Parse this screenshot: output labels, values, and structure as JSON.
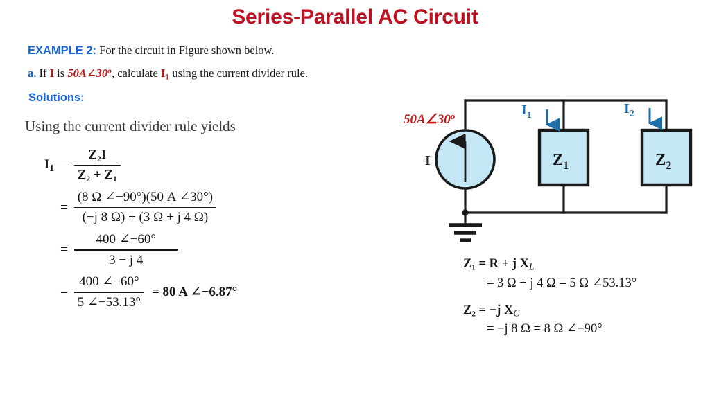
{
  "title": "Series-Parallel AC Circuit",
  "colors": {
    "title_red": "#BE1122",
    "accent_blue": "#1565d8",
    "arrow_blue": "#1f6fa8",
    "value_red": "#c31a1a",
    "component_fill": "#c5e6f5",
    "wire_black": "#1a1a1a"
  },
  "problem": {
    "label": "EXAMPLE 2",
    "label_suffix": ":",
    "statement": " For the circuit in Figure shown below.",
    "part_label": "a.",
    "part_text_1": " If ",
    "current_symbol": "I",
    "part_text_2": " is ",
    "given_value": "50A∠30",
    "given_value_sup": "o",
    "part_text_3": ", calculate ",
    "result_symbol": "I",
    "result_sub": "1",
    "part_text_4": " using the current divider rule."
  },
  "solutions": {
    "label": "Solutions:",
    "intro": "Using the current divider rule yields"
  },
  "derivation": {
    "lhs_symbol": "I",
    "lhs_sub": "1",
    "rows": [
      {
        "eq": "=",
        "num": "Z₂I",
        "den": "Z₂ + Z₁",
        "tail": ""
      },
      {
        "eq": "=",
        "num": "(8 Ω ∠−90°)(50 A ∠30°)",
        "den": "(−j 8 Ω) + (3 Ω + j 4 Ω)",
        "tail": ""
      },
      {
        "eq": "=",
        "num": "400 ∠−60°",
        "den": "3 − j 4",
        "tail": ""
      },
      {
        "eq": "=",
        "num": "400 ∠−60°",
        "den": "5 ∠−53.13°",
        "tail": "= 80 A ∠−6.87°"
      }
    ]
  },
  "circuit": {
    "source_value": "50A∠30",
    "source_value_sup": "o",
    "source_label": "I",
    "branch1_current": "I",
    "branch1_current_sub": "1",
    "branch2_current": "I",
    "branch2_current_sub": "2",
    "component1_label": "Z",
    "component1_sub": "1",
    "component2_label": "Z",
    "component2_sub": "2",
    "ground_symbol": "ground-icon"
  },
  "impedances": {
    "z1_line1": "Z₁ = R + j X",
    "z1_line1_sub": "L",
    "z1_line2": "= 3 Ω + j 4 Ω = 5 Ω ∠53.13°",
    "z2_line1": "Z₂ = −j X",
    "z2_line1_sub": "C",
    "z2_line2": "= −j 8 Ω = 8 Ω ∠−90°"
  }
}
